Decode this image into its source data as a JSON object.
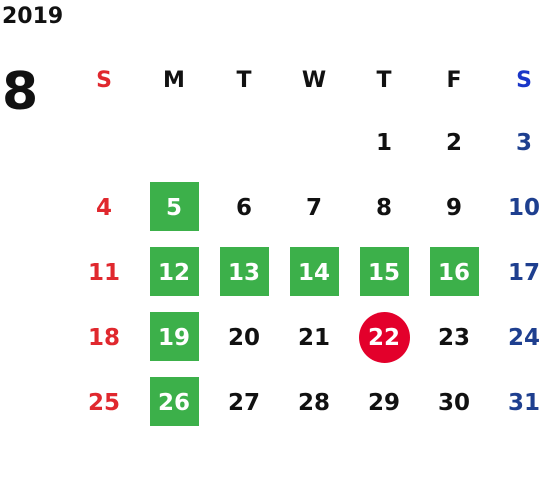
{
  "year": "2019",
  "month": "8",
  "weekdays": [
    "S",
    "M",
    "T",
    "W",
    "T",
    "F",
    "S"
  ],
  "weeks": [
    [
      "",
      "",
      "",
      "",
      "1",
      "2",
      "3"
    ],
    [
      "4",
      "5",
      "6",
      "7",
      "8",
      "9",
      "10"
    ],
    [
      "11",
      "12",
      "13",
      "14",
      "15",
      "16",
      "17"
    ],
    [
      "18",
      "19",
      "20",
      "21",
      "22",
      "23",
      "24"
    ],
    [
      "25",
      "26",
      "27",
      "28",
      "29",
      "30",
      "31"
    ]
  ],
  "highlighted_days": [
    "5",
    "12",
    "13",
    "14",
    "15",
    "16",
    "19",
    "26"
  ],
  "today": "22",
  "colors": {
    "sunday": "#e0282e",
    "saturday": "#1e3f8f",
    "saturday_header": "#1a36c8",
    "highlight": "#3cb04a",
    "today": "#e3002b",
    "text": "#111111"
  }
}
